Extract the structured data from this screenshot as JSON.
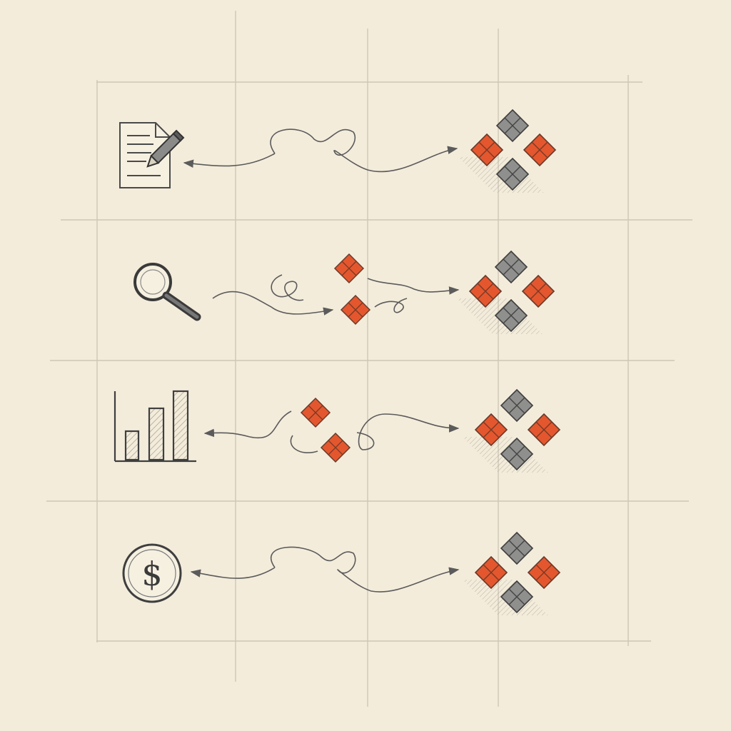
{
  "palette": {
    "paper": "#f3ecdb",
    "grid_line": "#cfc7b6",
    "pencil": "#5b5b5b",
    "accent": "#e4572e"
  },
  "rows": [
    {
      "icon": "document-edit-icon",
      "left_arrow": true,
      "intermediate_diamonds": 0,
      "cluster": {
        "diamonds": 4,
        "accent_positions": [
          "left",
          "right"
        ],
        "gray_positions": [
          "top",
          "bottom"
        ]
      }
    },
    {
      "icon": "magnifying-glass-icon",
      "left_arrow": false,
      "intermediate_diamonds": 2,
      "cluster": {
        "diamonds": 4,
        "accent_positions": [
          "left",
          "right"
        ],
        "gray_positions": [
          "top",
          "bottom"
        ]
      }
    },
    {
      "icon": "bar-chart-icon",
      "left_arrow": true,
      "intermediate_diamonds": 2,
      "cluster": {
        "diamonds": 4,
        "accent_positions": [
          "left",
          "right"
        ],
        "gray_positions": [
          "top",
          "bottom"
        ]
      }
    },
    {
      "icon": "dollar-coin-icon",
      "left_arrow": true,
      "intermediate_diamonds": 0,
      "cluster": {
        "diamonds": 4,
        "accent_positions": [
          "left",
          "right"
        ],
        "gray_positions": [
          "top",
          "bottom"
        ]
      }
    }
  ],
  "labels": {
    "dollar_symbol": "$"
  }
}
